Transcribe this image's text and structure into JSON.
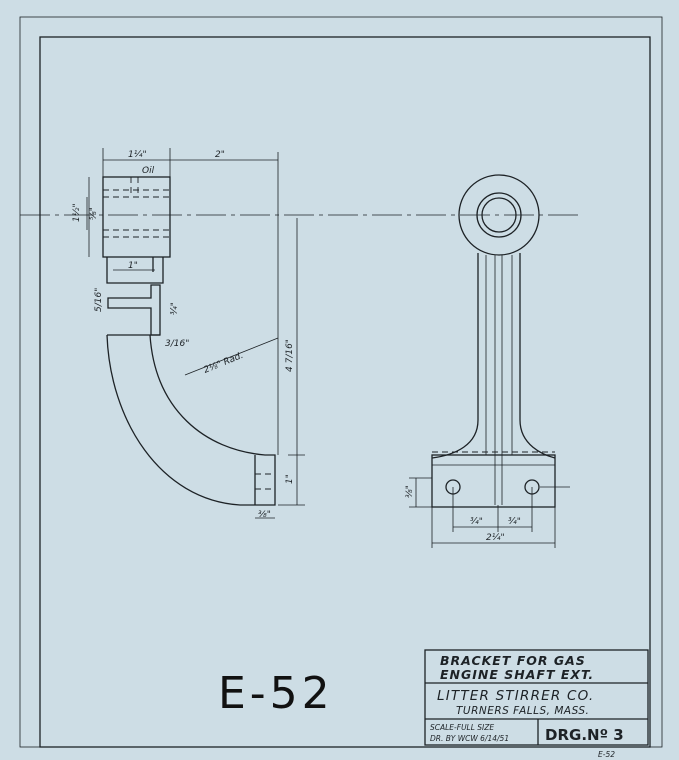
{
  "drawing": {
    "title_line1": "BRACKET FOR GAS",
    "title_line2": "ENGINE SHAFT EXT.",
    "company": "LITTER STIRRER CO.",
    "location": "TURNERS FALLS, MASS.",
    "scale": "SCALE-FULL SIZE",
    "drawn_by": "DR. BY WCW 6/14/51",
    "drawing_number": "DRG.Nº 3",
    "handwritten_id": "E-52",
    "small_id": "E-52"
  },
  "dimensions": {
    "top_width": "1¼\"",
    "offset": "2\"",
    "oil": "Oil",
    "boss_height": "1½\"",
    "bore": "⅝\"",
    "neck": "1\"",
    "web_thickness": "5/16\"",
    "flange_depth": "¾\"",
    "flange_thickness": "3/16\"",
    "radius": "2⅛\" Rad.",
    "height": "4 7/16\"",
    "foot_height": "1\"",
    "foot_width": "⅜\"",
    "hole_height": "⅜\"",
    "hole_left": "¾\"",
    "hole_right": "¾\"",
    "base_width": "2¼\""
  },
  "colors": {
    "paper": "#cddde5",
    "ink": "#1d2226"
  }
}
